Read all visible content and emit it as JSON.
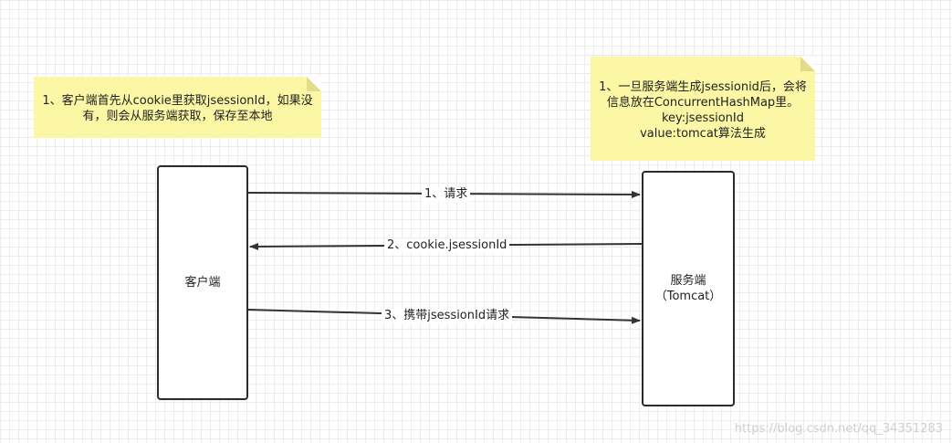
{
  "notes": {
    "client_note": "1、客户端首先从cookie里获取jsessionId，如果没有，则会从服务端获取，保存至本地",
    "server_note": {
      "line1": "1、一旦服务端生成jsessionid后，会将",
      "line2": "信息放在ConcurrentHashMap里。",
      "line3": "key:jsessionId",
      "line4": "value:tomcat算法生成"
    }
  },
  "nodes": {
    "client": "客户端",
    "server_line1": "服务端",
    "server_line2": "（Tomcat）"
  },
  "arrows": {
    "request": "1、请求",
    "cookie": "2、cookie.jsessionId",
    "carry": "3、携带jsessionId请求"
  },
  "watermark": "https://blog.csdn.net/qq_34351283",
  "colors": {
    "note_background": "#fbf7a4",
    "line": "#333333"
  }
}
